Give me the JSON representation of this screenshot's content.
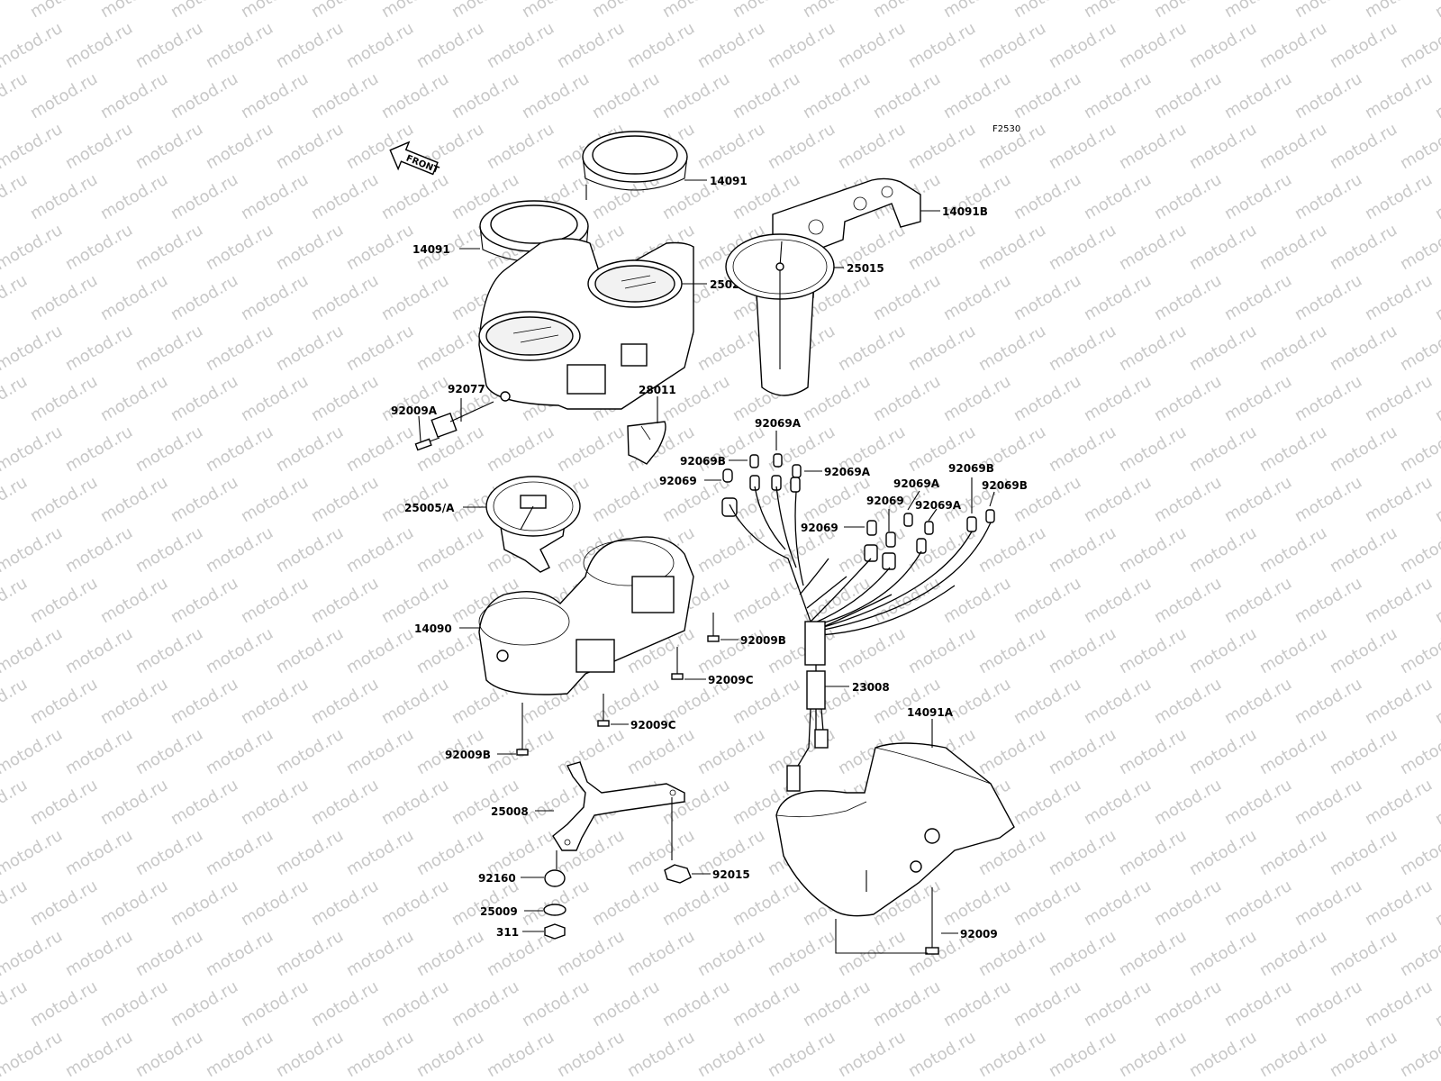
{
  "diagram": {
    "figure_code": "F2530",
    "front_label": "FRONT",
    "watermark_text": "motod.ru",
    "colors": {
      "line": "#000000",
      "background": "#ffffff",
      "watermark": "#c8c8c8"
    },
    "callouts": [
      {
        "id": "c1",
        "label": "14091"
      },
      {
        "id": "c2",
        "label": "14091"
      },
      {
        "id": "c3",
        "label": "14091B"
      },
      {
        "id": "c4",
        "label": "25023"
      },
      {
        "id": "c5",
        "label": "25015"
      },
      {
        "id": "c6",
        "label": "92077"
      },
      {
        "id": "c7",
        "label": "92009A"
      },
      {
        "id": "c8",
        "label": "28011"
      },
      {
        "id": "c9",
        "label": "92069A"
      },
      {
        "id": "c10",
        "label": "92069B"
      },
      {
        "id": "c11",
        "label": "92069A"
      },
      {
        "id": "c12",
        "label": "92069"
      },
      {
        "id": "c13",
        "label": "92069B"
      },
      {
        "id": "c14",
        "label": "92069A"
      },
      {
        "id": "c15",
        "label": "92069B"
      },
      {
        "id": "c16",
        "label": "92069"
      },
      {
        "id": "c17",
        "label": "92069A"
      },
      {
        "id": "c18",
        "label": "92069"
      },
      {
        "id": "c19",
        "label": "25005/A"
      },
      {
        "id": "c20",
        "label": "14090"
      },
      {
        "id": "c21",
        "label": "92009B"
      },
      {
        "id": "c22",
        "label": "92009C"
      },
      {
        "id": "c23",
        "label": "92009C"
      },
      {
        "id": "c24",
        "label": "92009B"
      },
      {
        "id": "c25",
        "label": "23008"
      },
      {
        "id": "c26",
        "label": "14091A"
      },
      {
        "id": "c27",
        "label": "25008"
      },
      {
        "id": "c28",
        "label": "92160"
      },
      {
        "id": "c29",
        "label": "92015"
      },
      {
        "id": "c30",
        "label": "25009"
      },
      {
        "id": "c31",
        "label": "311"
      },
      {
        "id": "c32",
        "label": "92009"
      }
    ]
  }
}
